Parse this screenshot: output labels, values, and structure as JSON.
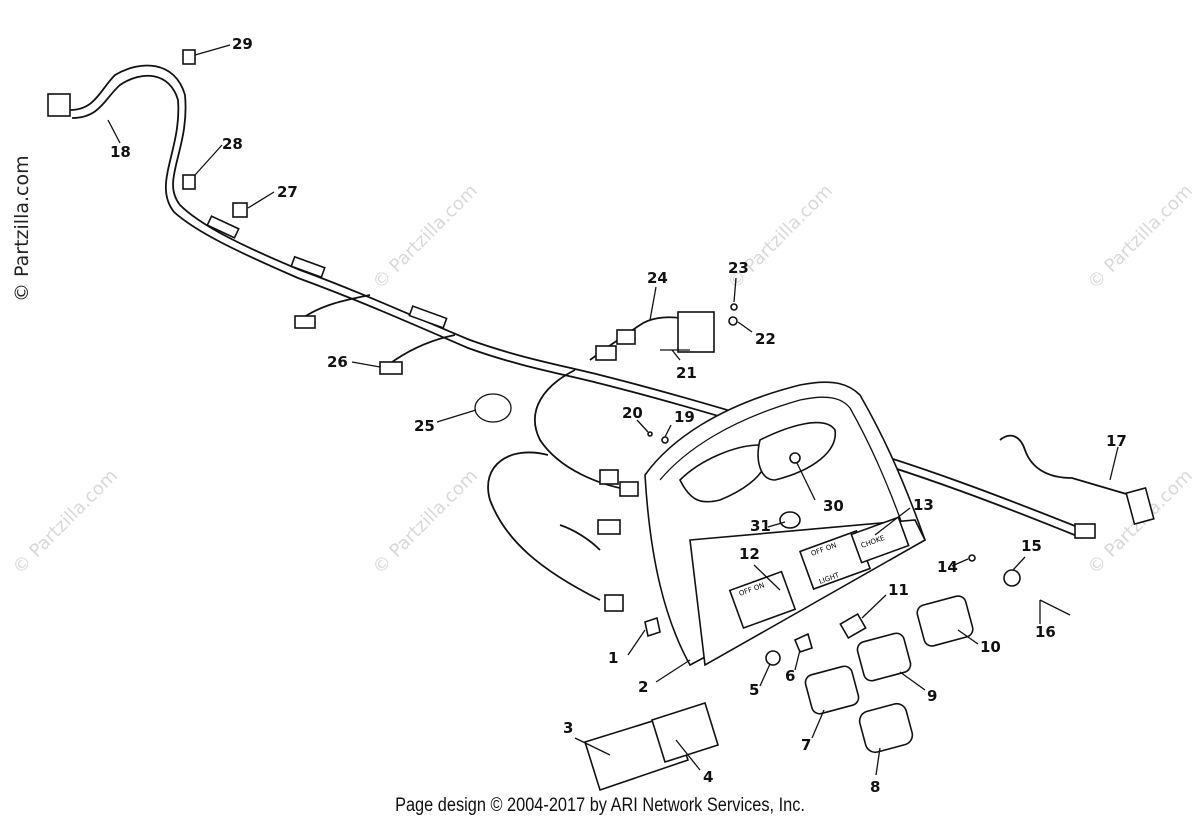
{
  "watermark": "© Partzilla.com",
  "footer": "Page design © 2004-2017 by ARI Network Services, Inc.",
  "panel_text": {
    "switch_left": "OFF ON",
    "switch_mid": "OFF ON",
    "label_light": "LIGHT",
    "label_choke": "CHOKE"
  },
  "callouts": [
    "1",
    "2",
    "3",
    "4",
    "5",
    "6",
    "7",
    "8",
    "9",
    "10",
    "11",
    "12",
    "13",
    "14",
    "15",
    "16",
    "17",
    "18",
    "19",
    "20",
    "21",
    "22",
    "23",
    "24",
    "25",
    "26",
    "27",
    "28",
    "29",
    "30",
    "31"
  ]
}
